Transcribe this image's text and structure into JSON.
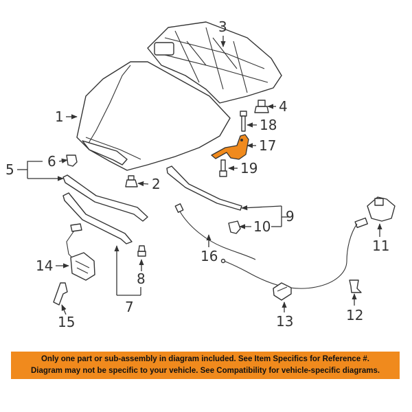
{
  "callouts": {
    "c1": "1",
    "c2": "2",
    "c3": "3",
    "c4": "4",
    "c5": "5",
    "c6": "6",
    "c7": "7",
    "c8": "8",
    "c9": "9",
    "c10": "10",
    "c11": "11",
    "c12": "12",
    "c13": "13",
    "c14": "14",
    "c15": "15",
    "c16": "16",
    "c17": "17",
    "c18": "18",
    "c19": "19"
  },
  "highlight_part": "17",
  "colors": {
    "highlight": "#f08a1d",
    "notice_bg": "#f08a1d",
    "line": "#333333"
  },
  "notice": {
    "line1": "Only one part or sub-assembly in diagram included. See Item Specifics for Reference #.",
    "line2": "Diagram may not be specific to your vehicle. See Compatibility for vehicle-specific diagrams."
  }
}
